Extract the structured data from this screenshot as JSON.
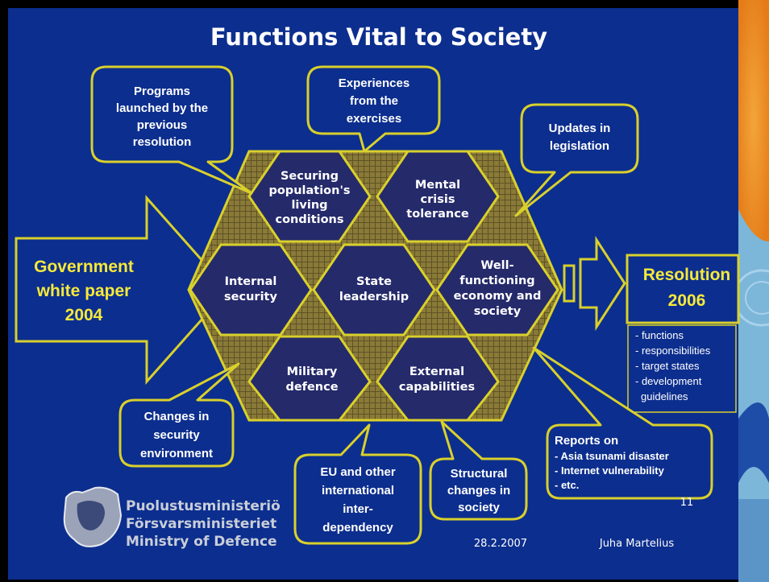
{
  "title": "Functions Vital to Society",
  "hexagons": {
    "population": [
      "Securing",
      "population's",
      "living",
      "conditions"
    ],
    "mental": [
      "Mental",
      "crisis",
      "tolerance"
    ],
    "internal": [
      "Internal",
      "security"
    ],
    "state": [
      "State",
      "leadership"
    ],
    "economy": [
      "Well-",
      "functioning",
      "economy and",
      "society"
    ],
    "military": [
      "Military",
      "defence"
    ],
    "external": [
      "External",
      "capabilities"
    ]
  },
  "callouts": {
    "programs": [
      "Programs",
      "launched by the",
      "previous",
      "resolution"
    ],
    "experiences": [
      "Experiences",
      "from the",
      "exercises"
    ],
    "updates": [
      "Updates in",
      "legislation"
    ],
    "changes": [
      "Changes in",
      "security",
      "environment"
    ],
    "eu": [
      "EU and other",
      "international",
      "inter-",
      "dependency"
    ],
    "structural": [
      "Structural",
      "changes in",
      "society"
    ],
    "reports_title": "Reports on",
    "reports_items": [
      "- Asia tsunami disaster",
      "- Internet vulnerability",
      "- etc."
    ]
  },
  "left_arrow": [
    "Government",
    "white paper",
    "2004"
  ],
  "right_arrow": [
    "Resolution",
    "2006"
  ],
  "resolution_items": [
    "- functions",
    "- responsibilities",
    "- target states",
    "- development",
    "guidelines"
  ],
  "footer": {
    "page_number": "11",
    "date": "28.2.2007",
    "author": "Juha Martelius",
    "logo_lines": [
      "Puolustusministeriö",
      "Försvarsministeriet",
      "Ministry of Defence"
    ]
  },
  "colors": {
    "background": "#0c2e8e",
    "accent": "#d9d02c",
    "hexagon_fill": "#252a6b",
    "triangle_fill": "#8a7a38",
    "left_arrow_text": "#f6e93a"
  }
}
